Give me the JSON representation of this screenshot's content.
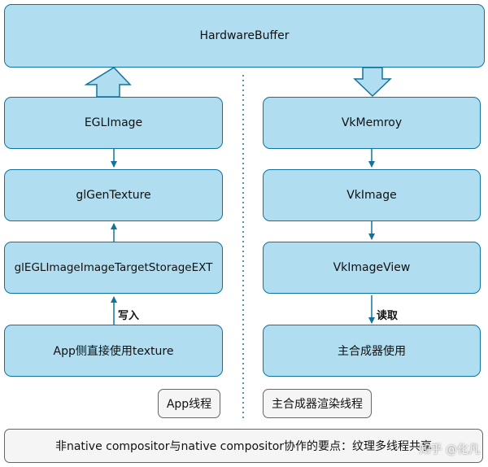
{
  "colors": {
    "box_fill": "#b1ddf0",
    "box_stroke": "#10739e",
    "note_fill": "#f5f5f5",
    "note_stroke": "#666666"
  },
  "top": {
    "label": "HardwareBuffer"
  },
  "left_column": {
    "boxes": [
      {
        "label": "EGLImage"
      },
      {
        "label": "glGenTexture"
      },
      {
        "label": "glEGLImageImageTargetStorageEXT"
      },
      {
        "label": "App侧直接使用texture"
      }
    ],
    "edge_label": "写入",
    "thread_label": "App线程"
  },
  "right_column": {
    "boxes": [
      {
        "label": "VkMemroy"
      },
      {
        "label": "VkImage"
      },
      {
        "label": "VkImageView"
      },
      {
        "label": "主合成器使用"
      }
    ],
    "edge_label": "读取",
    "thread_label": "主合成器渲染线程"
  },
  "footer": {
    "text": "非native compositor与native compositor协作的要点：纹理多线程共享"
  },
  "watermark": {
    "text": "知乎 @化凡"
  }
}
